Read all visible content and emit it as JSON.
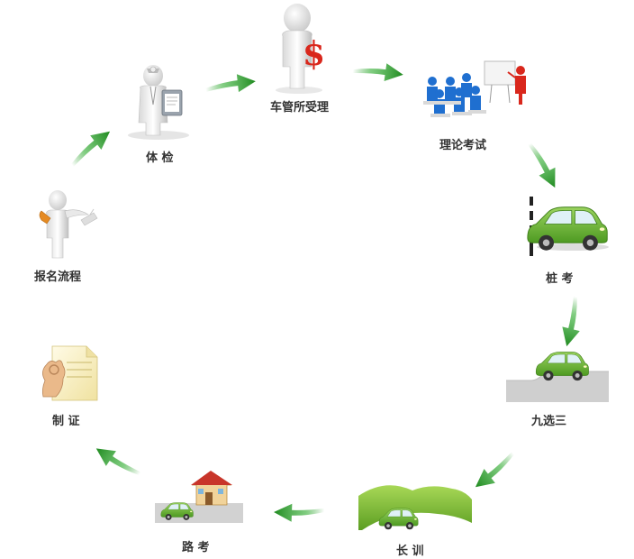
{
  "colors": {
    "arrow_green": "#2e9e2e",
    "car_green": "#6dbb34",
    "text": "#333333",
    "money_red": "#d9271c",
    "board_blue": "#1f6fd0"
  },
  "steps": [
    {
      "id": "registration",
      "label": "报名流程",
      "icon": "phone-figure-icon"
    },
    {
      "id": "medical",
      "label": "体 检",
      "icon": "doctor-clipboard-icon"
    },
    {
      "id": "dmv",
      "label": "车管所受理",
      "icon": "money-figure-icon"
    },
    {
      "id": "theory",
      "label": "理论考试",
      "icon": "classroom-icon"
    },
    {
      "id": "pile",
      "label": "桩 考",
      "icon": "car-pole-icon"
    },
    {
      "id": "nine",
      "label": "九选三",
      "icon": "car-slope-icon"
    },
    {
      "id": "train",
      "label": "长 训",
      "icon": "car-hills-icon"
    },
    {
      "id": "road",
      "label": "路 考",
      "icon": "house-road-icon"
    },
    {
      "id": "license",
      "label": "制 证",
      "icon": "ok-hand-document-icon"
    }
  ]
}
